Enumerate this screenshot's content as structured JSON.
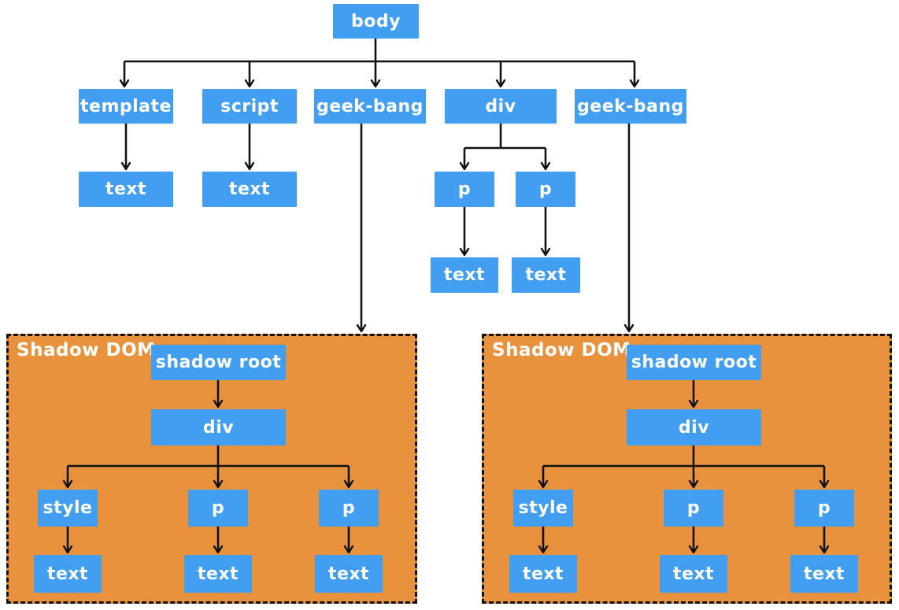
{
  "labels": {
    "body": "body",
    "template": "template",
    "script": "script",
    "geek_bang": "geek-bang",
    "div": "div",
    "p": "p",
    "text": "text",
    "style": "style",
    "shadow_root": "shadow root",
    "shadow_dom": "Shadow DOM"
  },
  "colors": {
    "node_fill": "#419EF0",
    "node_text": "#FFFFFF",
    "shadow_fill": "#E8923D",
    "connector": "#111111",
    "canvas": "#FFFFFF"
  },
  "dom_tree": {
    "tag": "body",
    "children": [
      {
        "tag": "template",
        "children": [
          {
            "tag": "text"
          }
        ]
      },
      {
        "tag": "script",
        "children": [
          {
            "tag": "text"
          }
        ]
      },
      {
        "tag": "geek-bang",
        "shadow_dom": {
          "tag": "shadow root",
          "children": [
            {
              "tag": "div",
              "children": [
                {
                  "tag": "style",
                  "children": [
                    {
                      "tag": "text"
                    }
                  ]
                },
                {
                  "tag": "p",
                  "children": [
                    {
                      "tag": "text"
                    }
                  ]
                },
                {
                  "tag": "p",
                  "children": [
                    {
                      "tag": "text"
                    }
                  ]
                }
              ]
            }
          ]
        }
      },
      {
        "tag": "div",
        "children": [
          {
            "tag": "p",
            "children": [
              {
                "tag": "text"
              }
            ]
          },
          {
            "tag": "p",
            "children": [
              {
                "tag": "text"
              }
            ]
          }
        ]
      },
      {
        "tag": "geek-bang",
        "shadow_dom": {
          "tag": "shadow root",
          "children": [
            {
              "tag": "div",
              "children": [
                {
                  "tag": "style",
                  "children": [
                    {
                      "tag": "text"
                    }
                  ]
                },
                {
                  "tag": "p",
                  "children": [
                    {
                      "tag": "text"
                    }
                  ]
                },
                {
                  "tag": "p",
                  "children": [
                    {
                      "tag": "text"
                    }
                  ]
                }
              ]
            }
          ]
        }
      }
    ]
  }
}
